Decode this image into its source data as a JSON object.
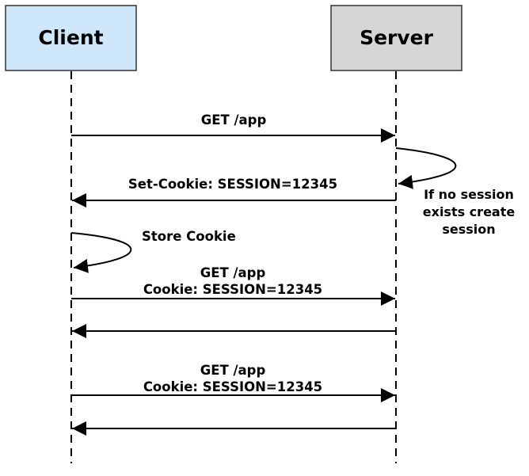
{
  "participants": {
    "client": {
      "label": "Client",
      "fill": "#cfe7fb"
    },
    "server": {
      "label": "Server",
      "fill": "#d6d6d6"
    }
  },
  "messages": [
    {
      "id": "m1",
      "from": "client",
      "to": "server",
      "lines": [
        "GET /app"
      ]
    },
    {
      "id": "m2",
      "from": "server",
      "to": "client",
      "lines": [
        "Set-Cookie: SESSION=12345"
      ]
    },
    {
      "id": "m3",
      "from": "client",
      "to": "server",
      "lines": [
        "GET /app",
        "Cookie: SESSION=12345"
      ]
    },
    {
      "id": "m4",
      "from": "server",
      "to": "client",
      "lines": []
    },
    {
      "id": "m5",
      "from": "client",
      "to": "server",
      "lines": [
        "GET /app",
        "Cookie: SESSION=12345"
      ]
    },
    {
      "id": "m6",
      "from": "server",
      "to": "client",
      "lines": []
    }
  ],
  "self_messages": [
    {
      "id": "s1",
      "participant": "server",
      "lines": [
        "If no session",
        "exists create",
        "session"
      ]
    },
    {
      "id": "s2",
      "participant": "client",
      "lines": [
        "Store Cookie"
      ]
    }
  ]
}
